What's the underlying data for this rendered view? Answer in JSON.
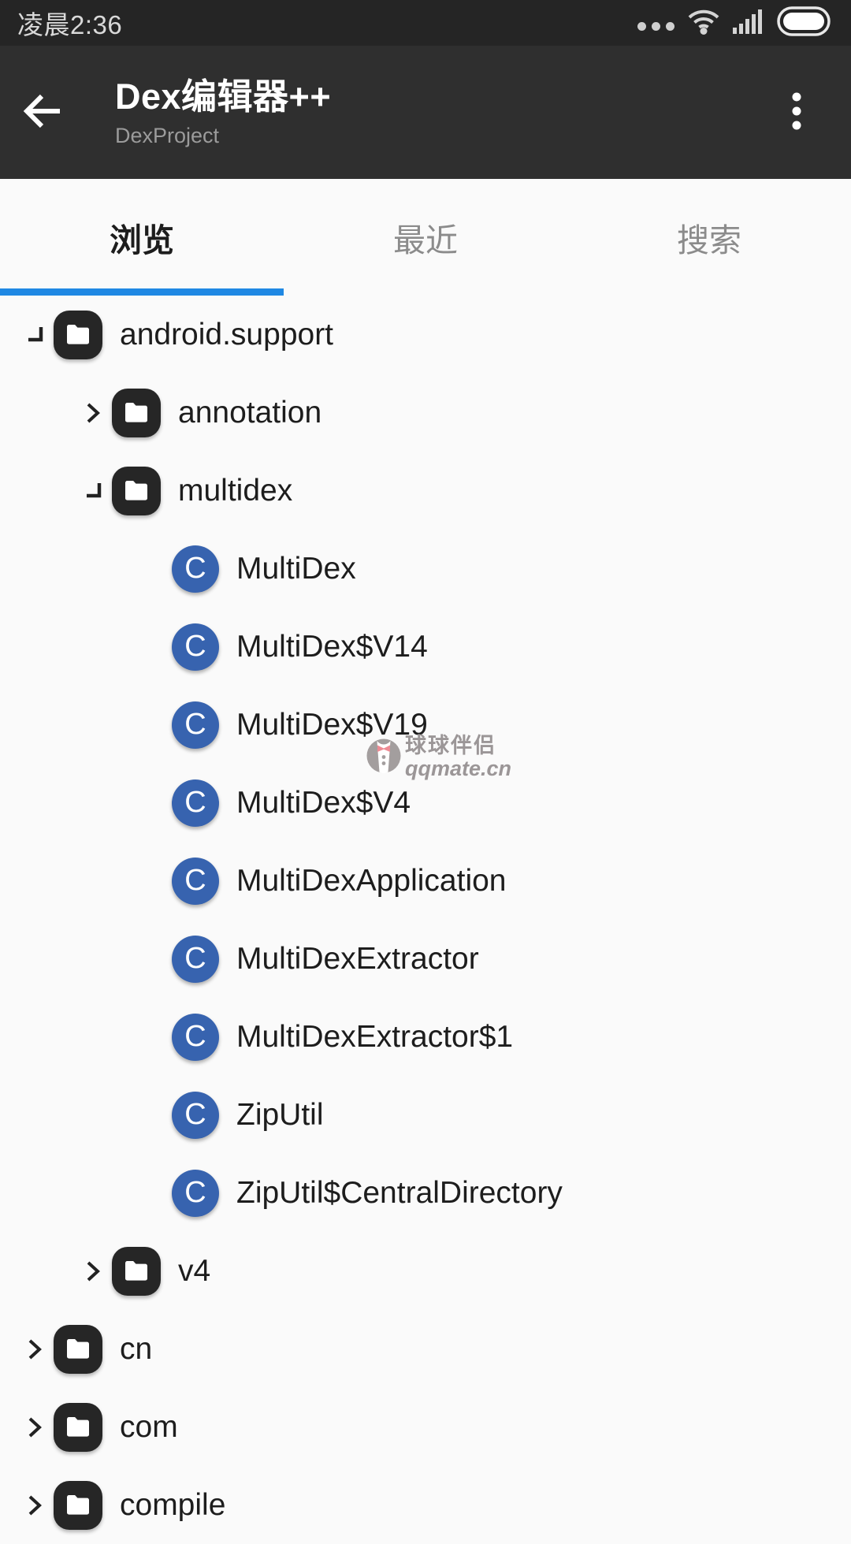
{
  "status_bar": {
    "time": "凌晨2:36",
    "icons": [
      "notification-dots",
      "wifi",
      "signal",
      "battery-full"
    ]
  },
  "app_bar": {
    "title": "Dex编辑器++",
    "subtitle": "DexProject",
    "icons": [
      "back-arrow",
      "overflow-menu"
    ]
  },
  "tabs": [
    {
      "label": "浏览",
      "active": true
    },
    {
      "label": "最近",
      "active": false
    },
    {
      "label": "搜索",
      "active": false
    }
  ],
  "tree": {
    "class_icon_letter": "C",
    "items": [
      {
        "type": "folder",
        "label": "android.support",
        "level": 0,
        "state": "expanded"
      },
      {
        "type": "folder",
        "label": "annotation",
        "level": 1,
        "state": "collapsed"
      },
      {
        "type": "folder",
        "label": "multidex",
        "level": 1,
        "state": "expanded"
      },
      {
        "type": "class",
        "label": "MultiDex",
        "level": 2
      },
      {
        "type": "class",
        "label": "MultiDex$V14",
        "level": 2
      },
      {
        "type": "class",
        "label": "MultiDex$V19",
        "level": 2
      },
      {
        "type": "class",
        "label": "MultiDex$V4",
        "level": 2
      },
      {
        "type": "class",
        "label": "MultiDexApplication",
        "level": 2
      },
      {
        "type": "class",
        "label": "MultiDexExtractor",
        "level": 2
      },
      {
        "type": "class",
        "label": "MultiDexExtractor$1",
        "level": 2
      },
      {
        "type": "class",
        "label": "ZipUtil",
        "level": 2
      },
      {
        "type": "class",
        "label": "ZipUtil$CentralDirectory",
        "level": 2
      },
      {
        "type": "folder",
        "label": "v4",
        "level": 1,
        "state": "collapsed"
      },
      {
        "type": "folder",
        "label": "cn",
        "level": 0,
        "state": "collapsed"
      },
      {
        "type": "folder",
        "label": "com",
        "level": 0,
        "state": "collapsed"
      },
      {
        "type": "folder",
        "label": "compile",
        "level": 0,
        "state": "collapsed"
      }
    ]
  },
  "watermark": {
    "brand": "球球伴侣",
    "domain": "qqmate.cn"
  },
  "colors": {
    "status_bar_bg": "#252525",
    "app_bar_bg": "#2f2f2f",
    "content_bg": "#fafafa",
    "tab_accent": "#1f88e3",
    "tab_active_text": "#1d1d1d",
    "tab_inactive_text": "#8b8b8b",
    "folder_icon": "#262626",
    "class_icon": "#3763af",
    "watermark_gray": "#9b9697",
    "watermark_bow": "#ee8b94"
  }
}
